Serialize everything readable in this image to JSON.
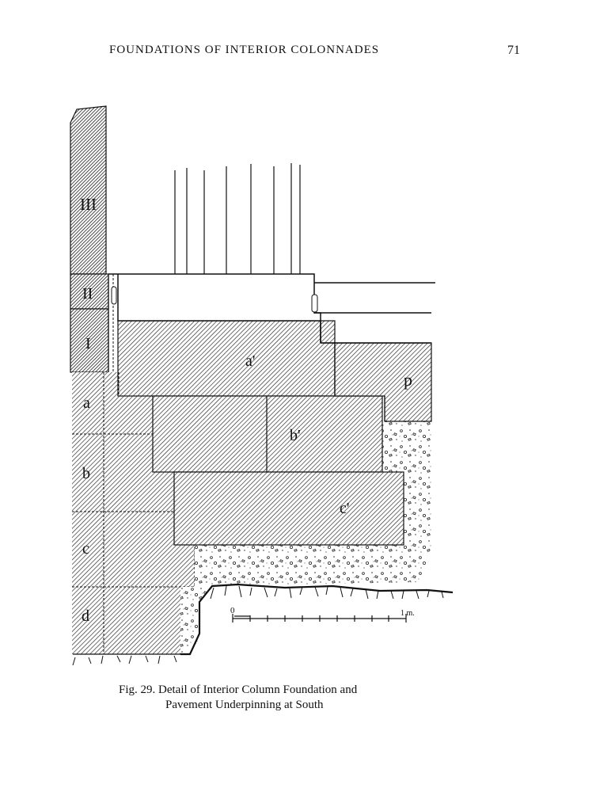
{
  "header": {
    "title": "FOUNDATIONS OF INTERIOR COLONNADES",
    "page_number": "71"
  },
  "figure": {
    "labels": {
      "III": "III",
      "II": "II",
      "I": "I",
      "a": "a",
      "b": "b",
      "c": "c",
      "d": "d",
      "a_prime": "a'",
      "b_prime": "b'",
      "c_prime": "c'",
      "p": "p"
    },
    "scale": {
      "start": "0",
      "end": "1 m."
    },
    "caption_line1": "Fig. 29.  Detail of Interior Column Foundation and",
    "caption_line2": "Pavement Underpinning at South"
  }
}
